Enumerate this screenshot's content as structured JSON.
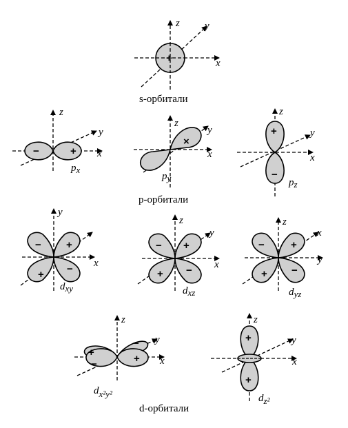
{
  "captions": {
    "s": "s-орбитали",
    "p": "p-орбитали",
    "d": "d-орбитали"
  },
  "axes": {
    "x": "x",
    "y": "y",
    "z": "z"
  },
  "signs": {
    "plus": "+",
    "minus": "−",
    "cross": "×"
  },
  "orbital_labels": {
    "px": {
      "main": "p",
      "sub": "x"
    },
    "py": {
      "main": "p",
      "sub": "y"
    },
    "pz": {
      "main": "p",
      "sub": "z"
    },
    "dxy": {
      "main": "d",
      "sub": "xy"
    },
    "dxz": {
      "main": "d",
      "sub": "xz"
    },
    "dyz": {
      "main": "d",
      "sub": "yz"
    },
    "dx2y2": {
      "main": "d",
      "sub": "x²y²"
    },
    "dz2": {
      "main": "d",
      "sub": "z²"
    }
  },
  "colors": {
    "lobe_fill": "#d0d0d0",
    "stroke": "#000000"
  }
}
